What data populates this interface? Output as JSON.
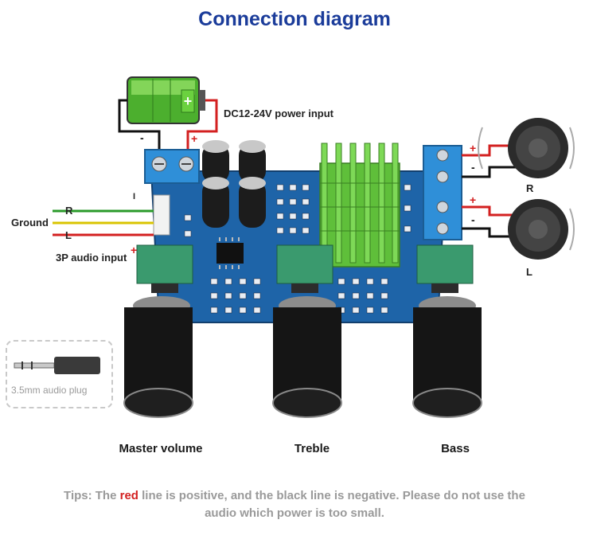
{
  "title": "Connection diagram",
  "labels": {
    "power_input": "DC12-24V power input",
    "r_channel": "R",
    "ground": "Ground",
    "l_channel": "L",
    "audio_input": "3P audio input",
    "input_marker": "I",
    "speaker_r": "R",
    "speaker_l": "L",
    "plug": "3.5mm audio plug"
  },
  "polarity": {
    "plus": "+",
    "minus": "-"
  },
  "knobs": [
    "Master volume",
    "Treble",
    "Bass"
  ],
  "tips": {
    "before": "Tips: The ",
    "highlight": "red",
    "after": " line is positive, and the black line is negative. Please do not use the audio which power is too small."
  },
  "colors": {
    "title": "#1b3c9a",
    "board": "#1e64a8",
    "positive": "#d32020",
    "negative": "#111111",
    "right_wire": "#2a9a2a",
    "ground_wire": "#d9c400",
    "left_wire": "#d32020",
    "heatsink": "#5fbf3a",
    "terminal": "#2f8fd8"
  }
}
